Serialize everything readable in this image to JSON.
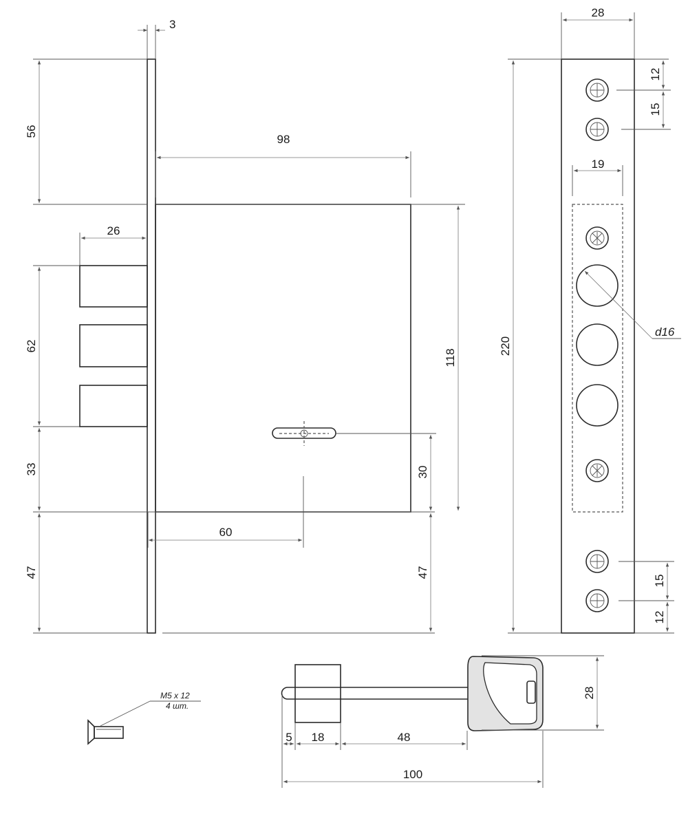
{
  "dimensions": {
    "faceplate_thickness": "3",
    "top_offset": "56",
    "case_width": "98",
    "bolt_length": "26",
    "bolt_span": "62",
    "bolt_to_bottom": "33",
    "bottom_offset_left": "47",
    "backset": "60",
    "case_height": "118",
    "keyhole_height": "30",
    "bottom_offset_right": "47",
    "faceplate_width": "28",
    "faceplate_height": "220",
    "hole_top_1": "12",
    "hole_top_2": "15",
    "bolt_zone_width": "19",
    "bolt_diameter": "d16",
    "hole_bottom_1": "15",
    "hole_bottom_2": "12",
    "key_tip": "5",
    "key_bit": "18",
    "key_shank": "48",
    "key_head_height": "28",
    "key_total": "100"
  },
  "screw_note": {
    "size": "M5 x 12",
    "quantity": "4 шт."
  }
}
